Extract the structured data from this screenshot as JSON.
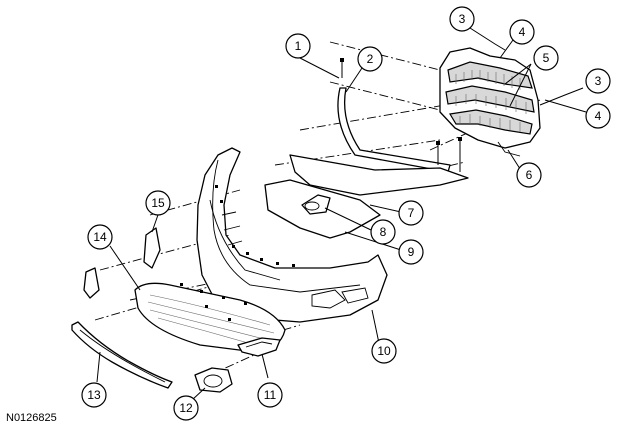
{
  "figure_code": "N0126825",
  "callouts": [
    {
      "id": "c1",
      "label": "1"
    },
    {
      "id": "c2",
      "label": "2"
    },
    {
      "id": "c3a",
      "label": "3"
    },
    {
      "id": "c4a",
      "label": "4"
    },
    {
      "id": "c5",
      "label": "5"
    },
    {
      "id": "c3b",
      "label": "3"
    },
    {
      "id": "c4b",
      "label": "4"
    },
    {
      "id": "c6",
      "label": "6"
    },
    {
      "id": "c7",
      "label": "7"
    },
    {
      "id": "c8",
      "label": "8"
    },
    {
      "id": "c9",
      "label": "9"
    },
    {
      "id": "c10",
      "label": "10"
    },
    {
      "id": "c11",
      "label": "11"
    },
    {
      "id": "c12",
      "label": "12"
    },
    {
      "id": "c13",
      "label": "13"
    },
    {
      "id": "c14",
      "label": "14"
    },
    {
      "id": "c15",
      "label": "15"
    }
  ]
}
